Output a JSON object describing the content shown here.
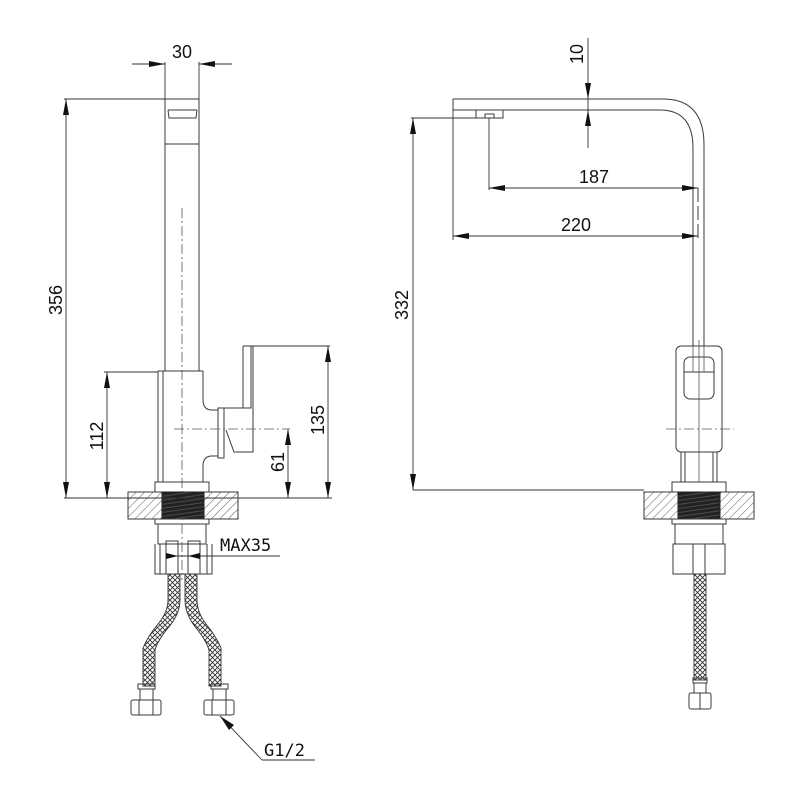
{
  "drawing": {
    "type": "technical-drawing",
    "subject": "kitchen faucet dimensional drawing",
    "units": "mm",
    "line_color": "#3a3a3a",
    "text_color": "#111111",
    "background": "#ffffff"
  },
  "front_view": {
    "dimensions": {
      "spout_width": "30",
      "total_height": "356",
      "body_height": "112",
      "handle_top_height": "135",
      "handle_axis_height": "61",
      "max_counter_thickness": "MAX35",
      "hose_thread": "G1/2"
    }
  },
  "side_view": {
    "dimensions": {
      "spout_thickness": "10",
      "aerator_reach": "187",
      "spout_reach": "220",
      "aerator_height": "332"
    }
  }
}
